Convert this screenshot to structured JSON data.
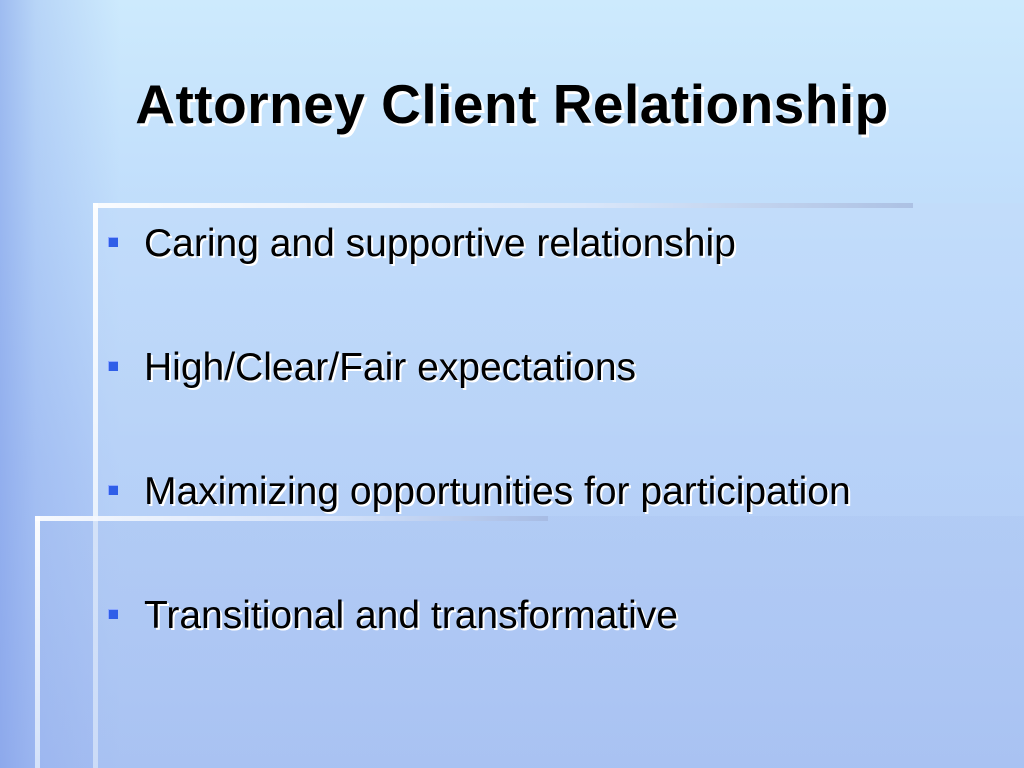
{
  "slide": {
    "title": "Attorney Client Relationship",
    "bullets": [
      {
        "text": "Caring and supportive relationship"
      },
      {
        "text": "High/Clear/Fair expectations"
      },
      {
        "text": "Maximizing opportunities for participation"
      },
      {
        "text": "Transitional and transformative"
      }
    ]
  },
  "colors": {
    "background_top": "#cdeafd",
    "background_bottom": "#a7c0f3",
    "title_text": "#000000",
    "bullet_marker": "#2f5ee8",
    "text_shadow": "#ffffff"
  },
  "icons": {
    "bullet": "square-bullet-icon"
  }
}
